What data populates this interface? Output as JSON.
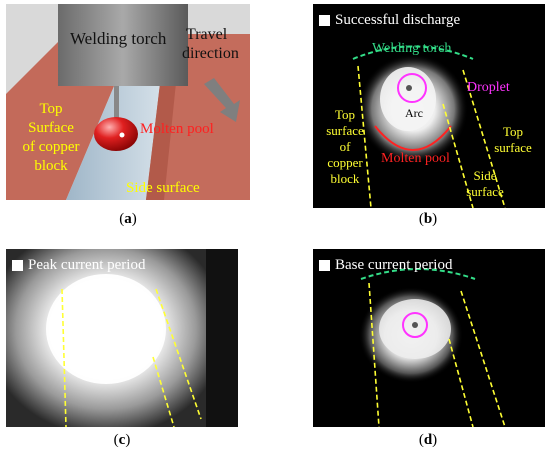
{
  "panel_a": {
    "torch_label": "Welding torch",
    "travel_label_1": "Travel",
    "travel_label_2": "direction",
    "top_surface_1": "Top",
    "top_surface_2": "Surface",
    "top_surface_3": "of copper",
    "top_surface_4": "block",
    "molten_pool": "Molten pool",
    "side_surface": "Side surface",
    "caption": "a"
  },
  "panel_b": {
    "title": "Successful discharge",
    "torch_label": "Welding torch",
    "droplet": "Droplet",
    "arc": "Arc",
    "top_surface_left_1": "Top",
    "top_surface_left_2": "surface",
    "top_surface_left_3": "of",
    "top_surface_left_4": "copper",
    "top_surface_left_5": "block",
    "top_surface_right_1": "Top",
    "top_surface_right_2": "surface",
    "molten_pool": "Molten pool",
    "side_surface_1": "Side",
    "side_surface_2": "surface",
    "caption": "b"
  },
  "panel_c": {
    "title": "Peak current period",
    "caption": "c"
  },
  "panel_d": {
    "title": "Base current period",
    "caption": "d"
  },
  "colors": {
    "yellow": "#ffff33",
    "green": "#33dd88",
    "magenta": "#ff33ff",
    "red": "#ff2222"
  }
}
